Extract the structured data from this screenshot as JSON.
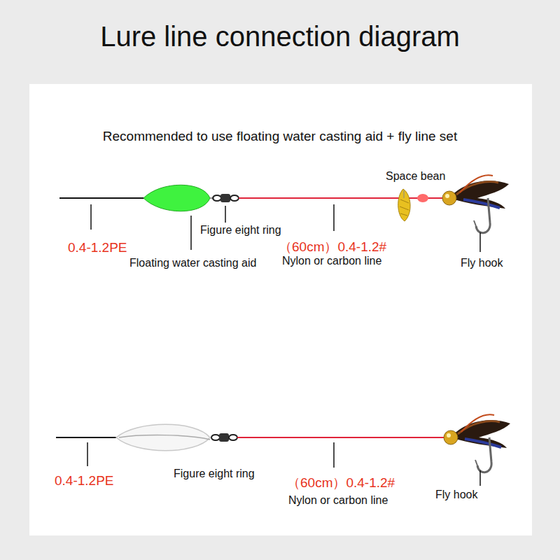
{
  "diagram": {
    "title": "Lure line connection diagram",
    "labels": [
      "Recommended to use floating water casting aid + fly line set",
      "0.4-1.2PE",
      "Floating water casting aid",
      "Figure eight ring",
      "（60cm）0.4-1.2#",
      "Nylon or carbon line",
      "Space bean",
      "Fly hook",
      "0.4-1.2PE",
      "Figure eight ring",
      "（60cm）0.4-1.2#",
      "Nylon or carbon line",
      "Fly hook"
    ]
  }
}
